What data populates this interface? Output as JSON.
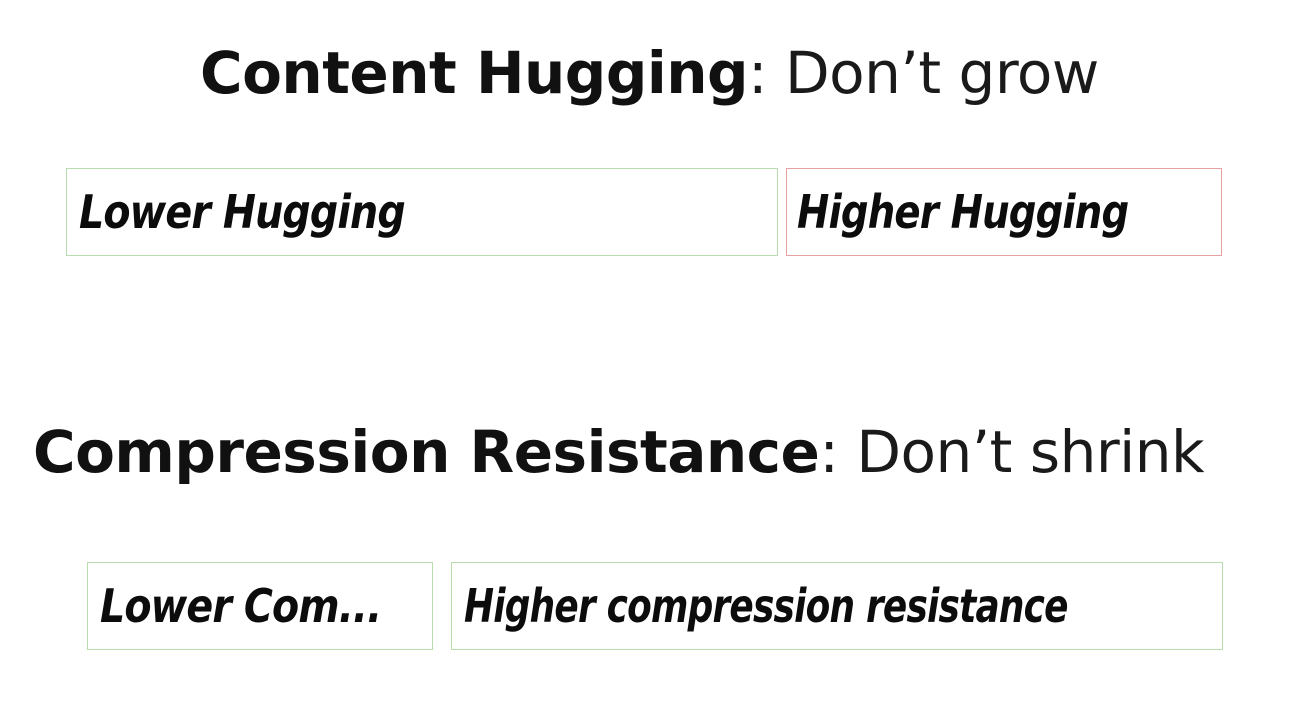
{
  "content_hugging": {
    "title_bold": "Content Hugging",
    "title_rest": ": Don’t grow",
    "lower_label": "Lower Hugging",
    "higher_label": "Higher Hugging"
  },
  "compression_resistance": {
    "title_bold": "Compression Resistance",
    "title_rest": ": Don’t shrink",
    "lower_label": "Lower Com...",
    "higher_label": "Higher compression resistance"
  },
  "colors": {
    "low_priority_border": "#b9dcae",
    "high_priority_border": "#e8a2a2",
    "text": "#111111",
    "background": "#ffffff"
  }
}
